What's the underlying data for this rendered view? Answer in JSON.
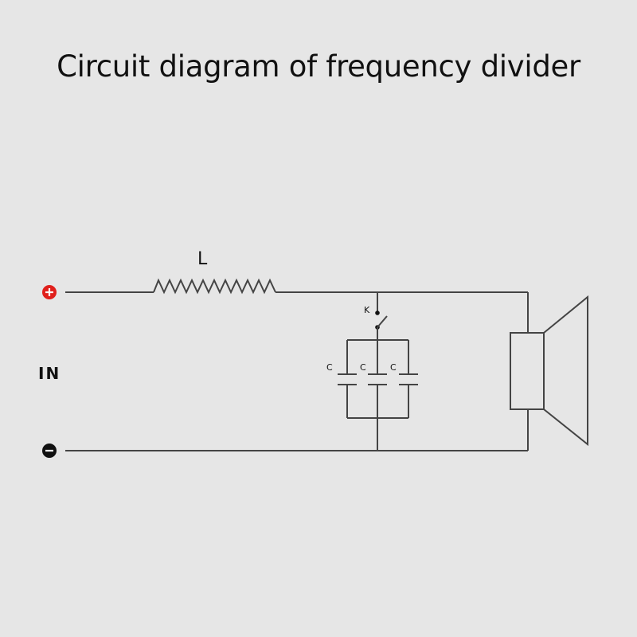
{
  "title": "Circuit diagram of frequency divider",
  "labels": {
    "inductor": "L",
    "switch": "K",
    "capacitors": [
      "C",
      "C",
      "C"
    ],
    "input": "IN"
  },
  "terminals": {
    "positive": {
      "symbol": "+",
      "color": "#e0201c"
    },
    "negative": {
      "symbol": "−",
      "color": "#111111"
    }
  },
  "components": [
    "positive-terminal",
    "negative-terminal",
    "inductor-L",
    "switch-K",
    "capacitor-bank-3xC",
    "speaker"
  ],
  "colors": {
    "background": "#e6e6e6",
    "wire": "#444444",
    "text": "#111111"
  }
}
